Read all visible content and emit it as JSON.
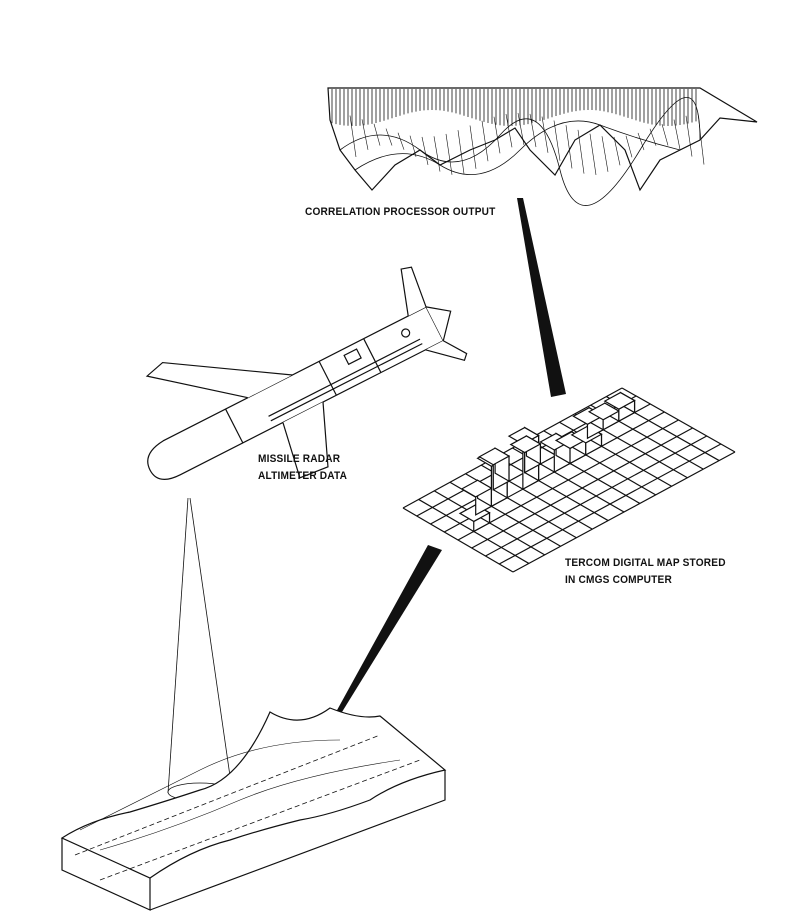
{
  "labels": {
    "correlation": "CORRELATION PROCESSOR OUTPUT",
    "missile_line1": "MISSILE RADAR",
    "missile_line2": "ALTIMETER DATA",
    "tercom_line1": "TERCOM DIGITAL MAP STORED",
    "tercom_line2": "IN CMGS COMPUTER"
  },
  "colors": {
    "ink": "#111111",
    "paper": "#ffffff"
  }
}
